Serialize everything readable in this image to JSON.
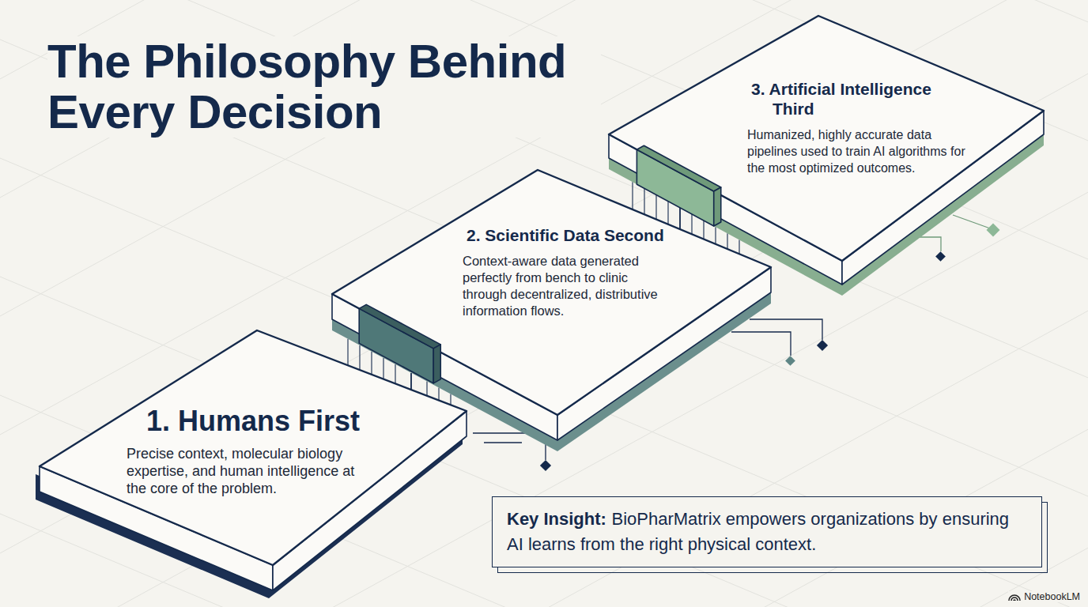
{
  "diagram": {
    "title": "The Philosophy Behind Every Decision",
    "nodes": [
      {
        "text": [
          "1. Humans First",
          "Precise context, molecular biology expertise, and human intelligence at the core of the problem."
        ]
      },
      {
        "text": [
          "2. Scientific Data Second",
          "Context-aware data generated perfectly from bench to clinic through decentralized, distributive information flows."
        ]
      },
      {
        "text": [
          "3. Artificial Intelligence Third",
          "Humanized, highly accurate data pipelines used to train AI algorithms for the most optimized outcomes."
        ]
      },
      {
        "text": [
          "Key Insight:",
          "BioPharMatrix empowers organizations by ensuring AI learns from the right physical context."
        ]
      }
    ],
    "edges": [
      {
        "from": 0,
        "to": 1,
        "arrow": "none"
      },
      {
        "from": 1,
        "to": 2,
        "arrow": "none"
      }
    ],
    "labels": [
      "NotebookLM"
    ]
  }
}
